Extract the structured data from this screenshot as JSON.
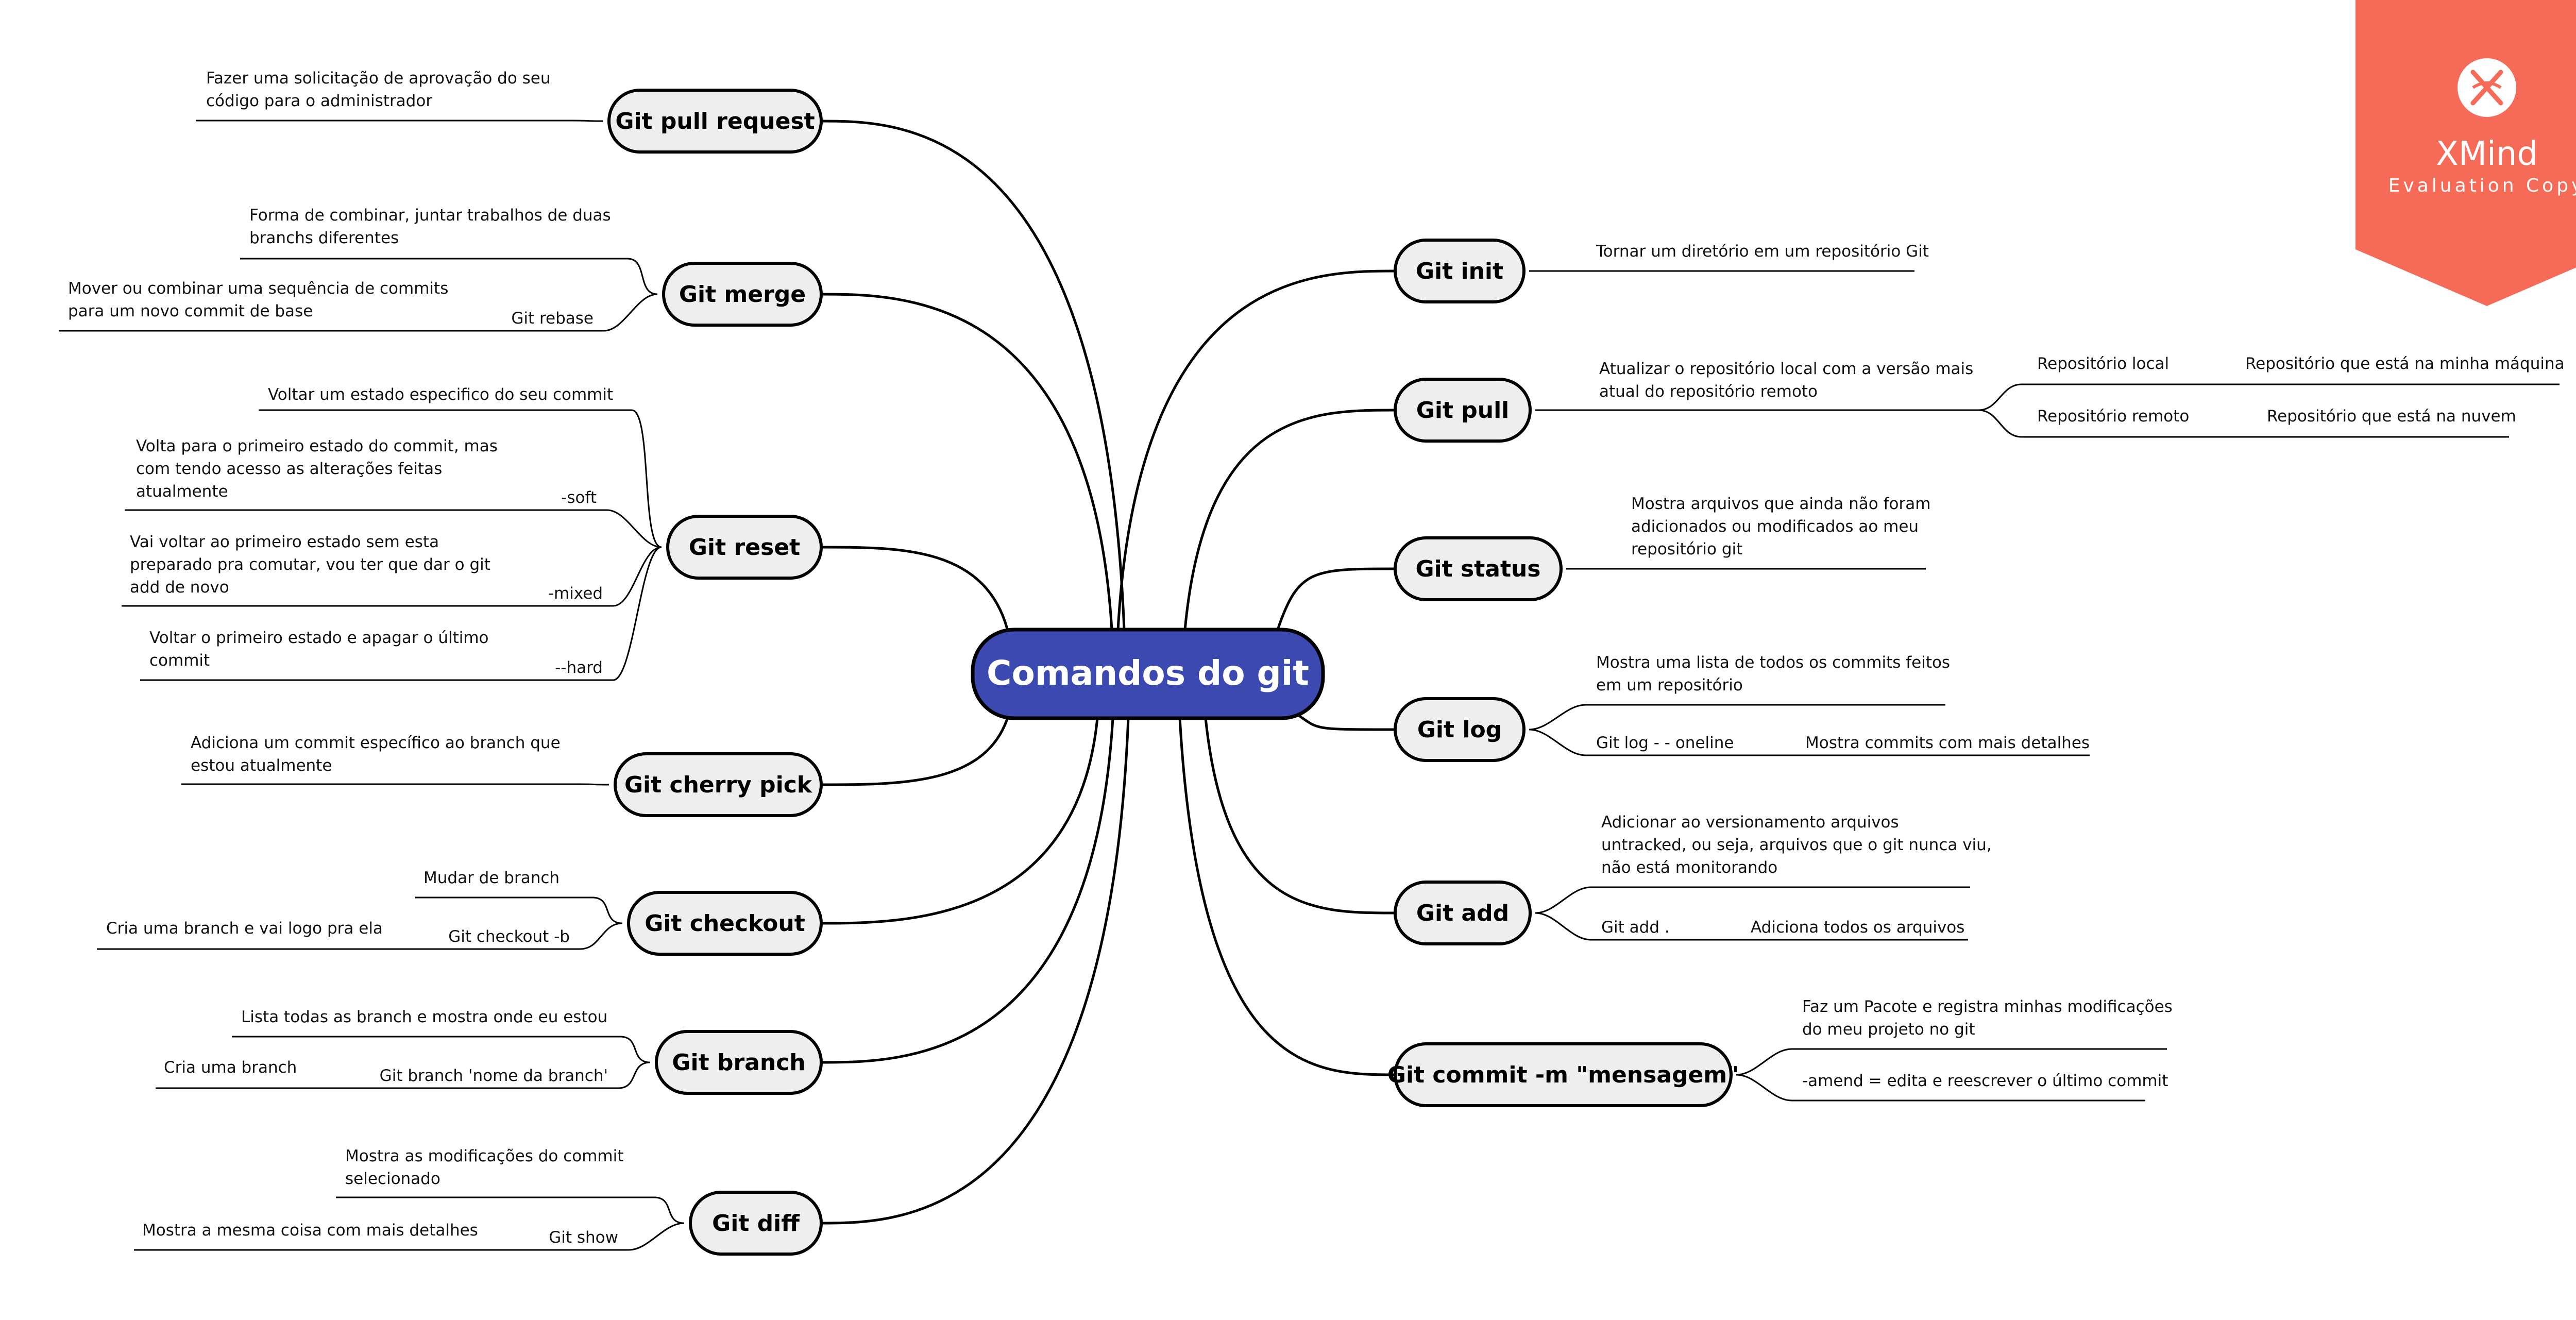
{
  "central": "Comandos do git",
  "colors": {
    "central_fill": "#3b49b1",
    "topic_fill": "#eeeeee",
    "badge": "#f66b57",
    "line": "#000000"
  },
  "badge": {
    "title": "XMind",
    "subtitle": "Evaluation Copy",
    "icon": "xmind-logo-icon"
  },
  "left_topics": [
    {
      "label": "Git pull request",
      "notes": [
        {
          "text": [
            "Fazer uma solicitação de aprovação do seu",
            "código para o administrador"
          ],
          "tag": ""
        }
      ]
    },
    {
      "label": "Git merge",
      "notes": [
        {
          "text": [
            "Forma de combinar, juntar trabalhos de duas",
            "branchs diferentes"
          ],
          "tag": ""
        },
        {
          "text": [
            "Mover ou combinar uma sequência de commits",
            "para um novo commit de base"
          ],
          "tag": "Git rebase"
        }
      ]
    },
    {
      "label": "Git reset",
      "notes": [
        {
          "text": [
            "Voltar um estado especifico do seu commit"
          ],
          "tag": ""
        },
        {
          "text": [
            "Volta para o primeiro estado do commit, mas",
            "com tendo acesso as alterações feitas",
            "atualmente"
          ],
          "tag": "-soft"
        },
        {
          "text": [
            "Vai voltar ao primeiro estado sem esta",
            "preparado pra comutar, vou ter que dar o git",
            "add de novo"
          ],
          "tag": "-mixed"
        },
        {
          "text": [
            "Voltar o primeiro estado e apagar o último",
            "commit"
          ],
          "tag": "--hard"
        }
      ]
    },
    {
      "label": "Git cherry pick",
      "notes": [
        {
          "text": [
            "Adiciona um commit específico ao branch que",
            "estou atualmente"
          ],
          "tag": ""
        }
      ]
    },
    {
      "label": "Git checkout",
      "notes": [
        {
          "text": [
            "Mudar de branch"
          ],
          "tag": ""
        },
        {
          "text": [
            "Cria uma branch e vai logo pra ela"
          ],
          "tag": "Git checkout -b"
        }
      ]
    },
    {
      "label": "Git branch",
      "notes": [
        {
          "text": [
            "Lista todas as branch e mostra onde eu estou"
          ],
          "tag": ""
        },
        {
          "text": [
            "Cria uma branch"
          ],
          "tag": "Git branch 'nome da branch'"
        }
      ]
    },
    {
      "label": "Git diff",
      "notes": [
        {
          "text": [
            "Mostra as modificações do commit",
            "selecionado"
          ],
          "tag": ""
        },
        {
          "text": [
            "Mostra a mesma coisa com mais detalhes"
          ],
          "tag": "Git show"
        }
      ]
    }
  ],
  "right_topics": [
    {
      "label": "Git init",
      "notes": [
        {
          "text": [
            "Tornar um diretório em um repositório Git"
          ],
          "tag": "",
          "detail": ""
        }
      ]
    },
    {
      "label": "Git pull",
      "notes": [
        {
          "text": [
            "Atualizar o repositório local com a versão mais",
            "atual do repositório remoto"
          ],
          "tag": "",
          "detail": ""
        }
      ],
      "subnotes": [
        {
          "tag": "Repositório local",
          "detail": "Repositório que está na minha máquina"
        },
        {
          "tag": "Repositório remoto",
          "detail": "Repositório que está na nuvem"
        }
      ]
    },
    {
      "label": "Git status",
      "notes": [
        {
          "text": [
            "Mostra arquivos que ainda não foram",
            "adicionados ou modificados ao meu",
            "repositório git"
          ],
          "tag": "",
          "detail": ""
        }
      ]
    },
    {
      "label": "Git log",
      "notes": [
        {
          "text": [
            "Mostra uma lista de todos os commits feitos",
            "em um repositório"
          ],
          "tag": "",
          "detail": ""
        },
        {
          "text": [],
          "tag": "Git log  - - oneline",
          "detail": "Mostra commits com mais detalhes"
        }
      ]
    },
    {
      "label": "Git add",
      "notes": [
        {
          "text": [
            "Adicionar ao versionamento arquivos",
            "untracked, ou seja, arquivos que o git nunca viu,",
            "não está monitorando"
          ],
          "tag": "",
          "detail": ""
        },
        {
          "text": [],
          "tag": "Git add .",
          "detail": "Adiciona todos os arquivos"
        }
      ]
    },
    {
      "label": "Git commit -m \"mensagem\"",
      "notes": [
        {
          "text": [
            "Faz um Pacote e registra minhas modificações",
            "do meu projeto no git"
          ],
          "tag": "",
          "detail": ""
        },
        {
          "text": [
            "-amend = edita e reescrever o último commit"
          ],
          "tag": "",
          "detail": ""
        }
      ]
    }
  ]
}
